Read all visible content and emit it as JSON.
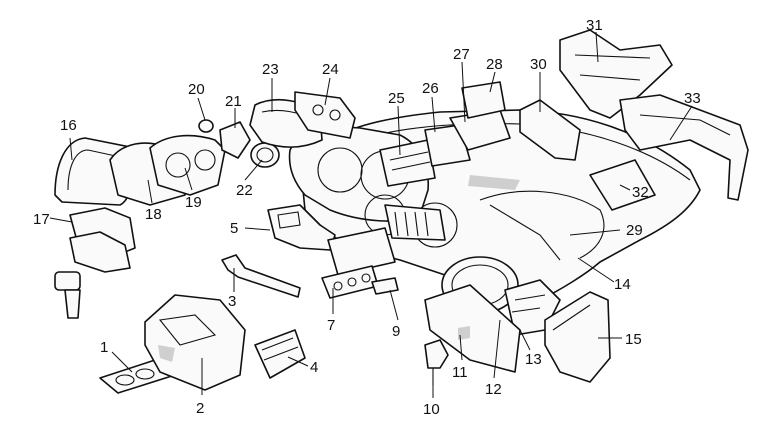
{
  "figure": {
    "callouts": [
      "1",
      "2",
      "3",
      "4",
      "5",
      "7",
      "9",
      "10",
      "11",
      "12",
      "13",
      "14",
      "15",
      "16",
      "17",
      "18",
      "19",
      "20",
      "21",
      "22",
      "23",
      "24",
      "25",
      "26",
      "27",
      "28",
      "29",
      "30",
      "31",
      "32",
      "33"
    ]
  }
}
